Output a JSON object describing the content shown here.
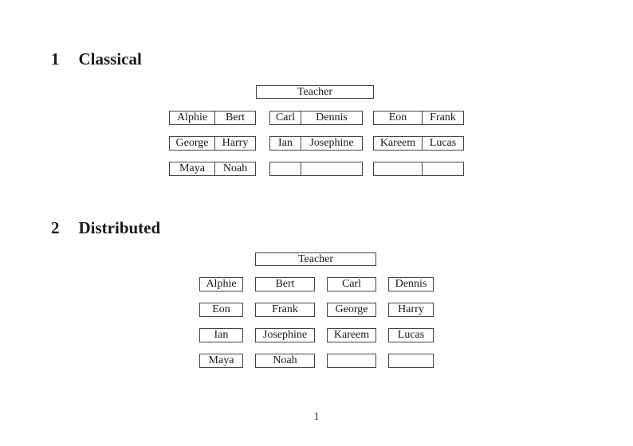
{
  "page_number": "1",
  "classical": {
    "number": "1",
    "title": "Classical",
    "teacher": "Teacher",
    "rows": [
      {
        "desks": [
          [
            "Alphie",
            "Bert"
          ],
          [
            "Carl",
            "Dennis"
          ],
          [
            "Eon",
            "Frank"
          ]
        ]
      },
      {
        "desks": [
          [
            "George",
            "Harry"
          ],
          [
            "Ian",
            "Josephine"
          ],
          [
            "Kareem",
            "Lucas"
          ]
        ]
      },
      {
        "desks": [
          [
            "Maya",
            "Noah"
          ],
          [
            "",
            ""
          ],
          [
            "",
            ""
          ]
        ]
      }
    ]
  },
  "distributed": {
    "number": "2",
    "title": "Distributed",
    "teacher": "Teacher",
    "rows": [
      [
        "Alphie",
        "Bert",
        "Carl",
        "Dennis"
      ],
      [
        "Eon",
        "Frank",
        "George",
        "Harry"
      ],
      [
        "Ian",
        "Josephine",
        "Kareem",
        "Lucas"
      ],
      [
        "Maya",
        "Noah",
        "",
        ""
      ]
    ]
  }
}
